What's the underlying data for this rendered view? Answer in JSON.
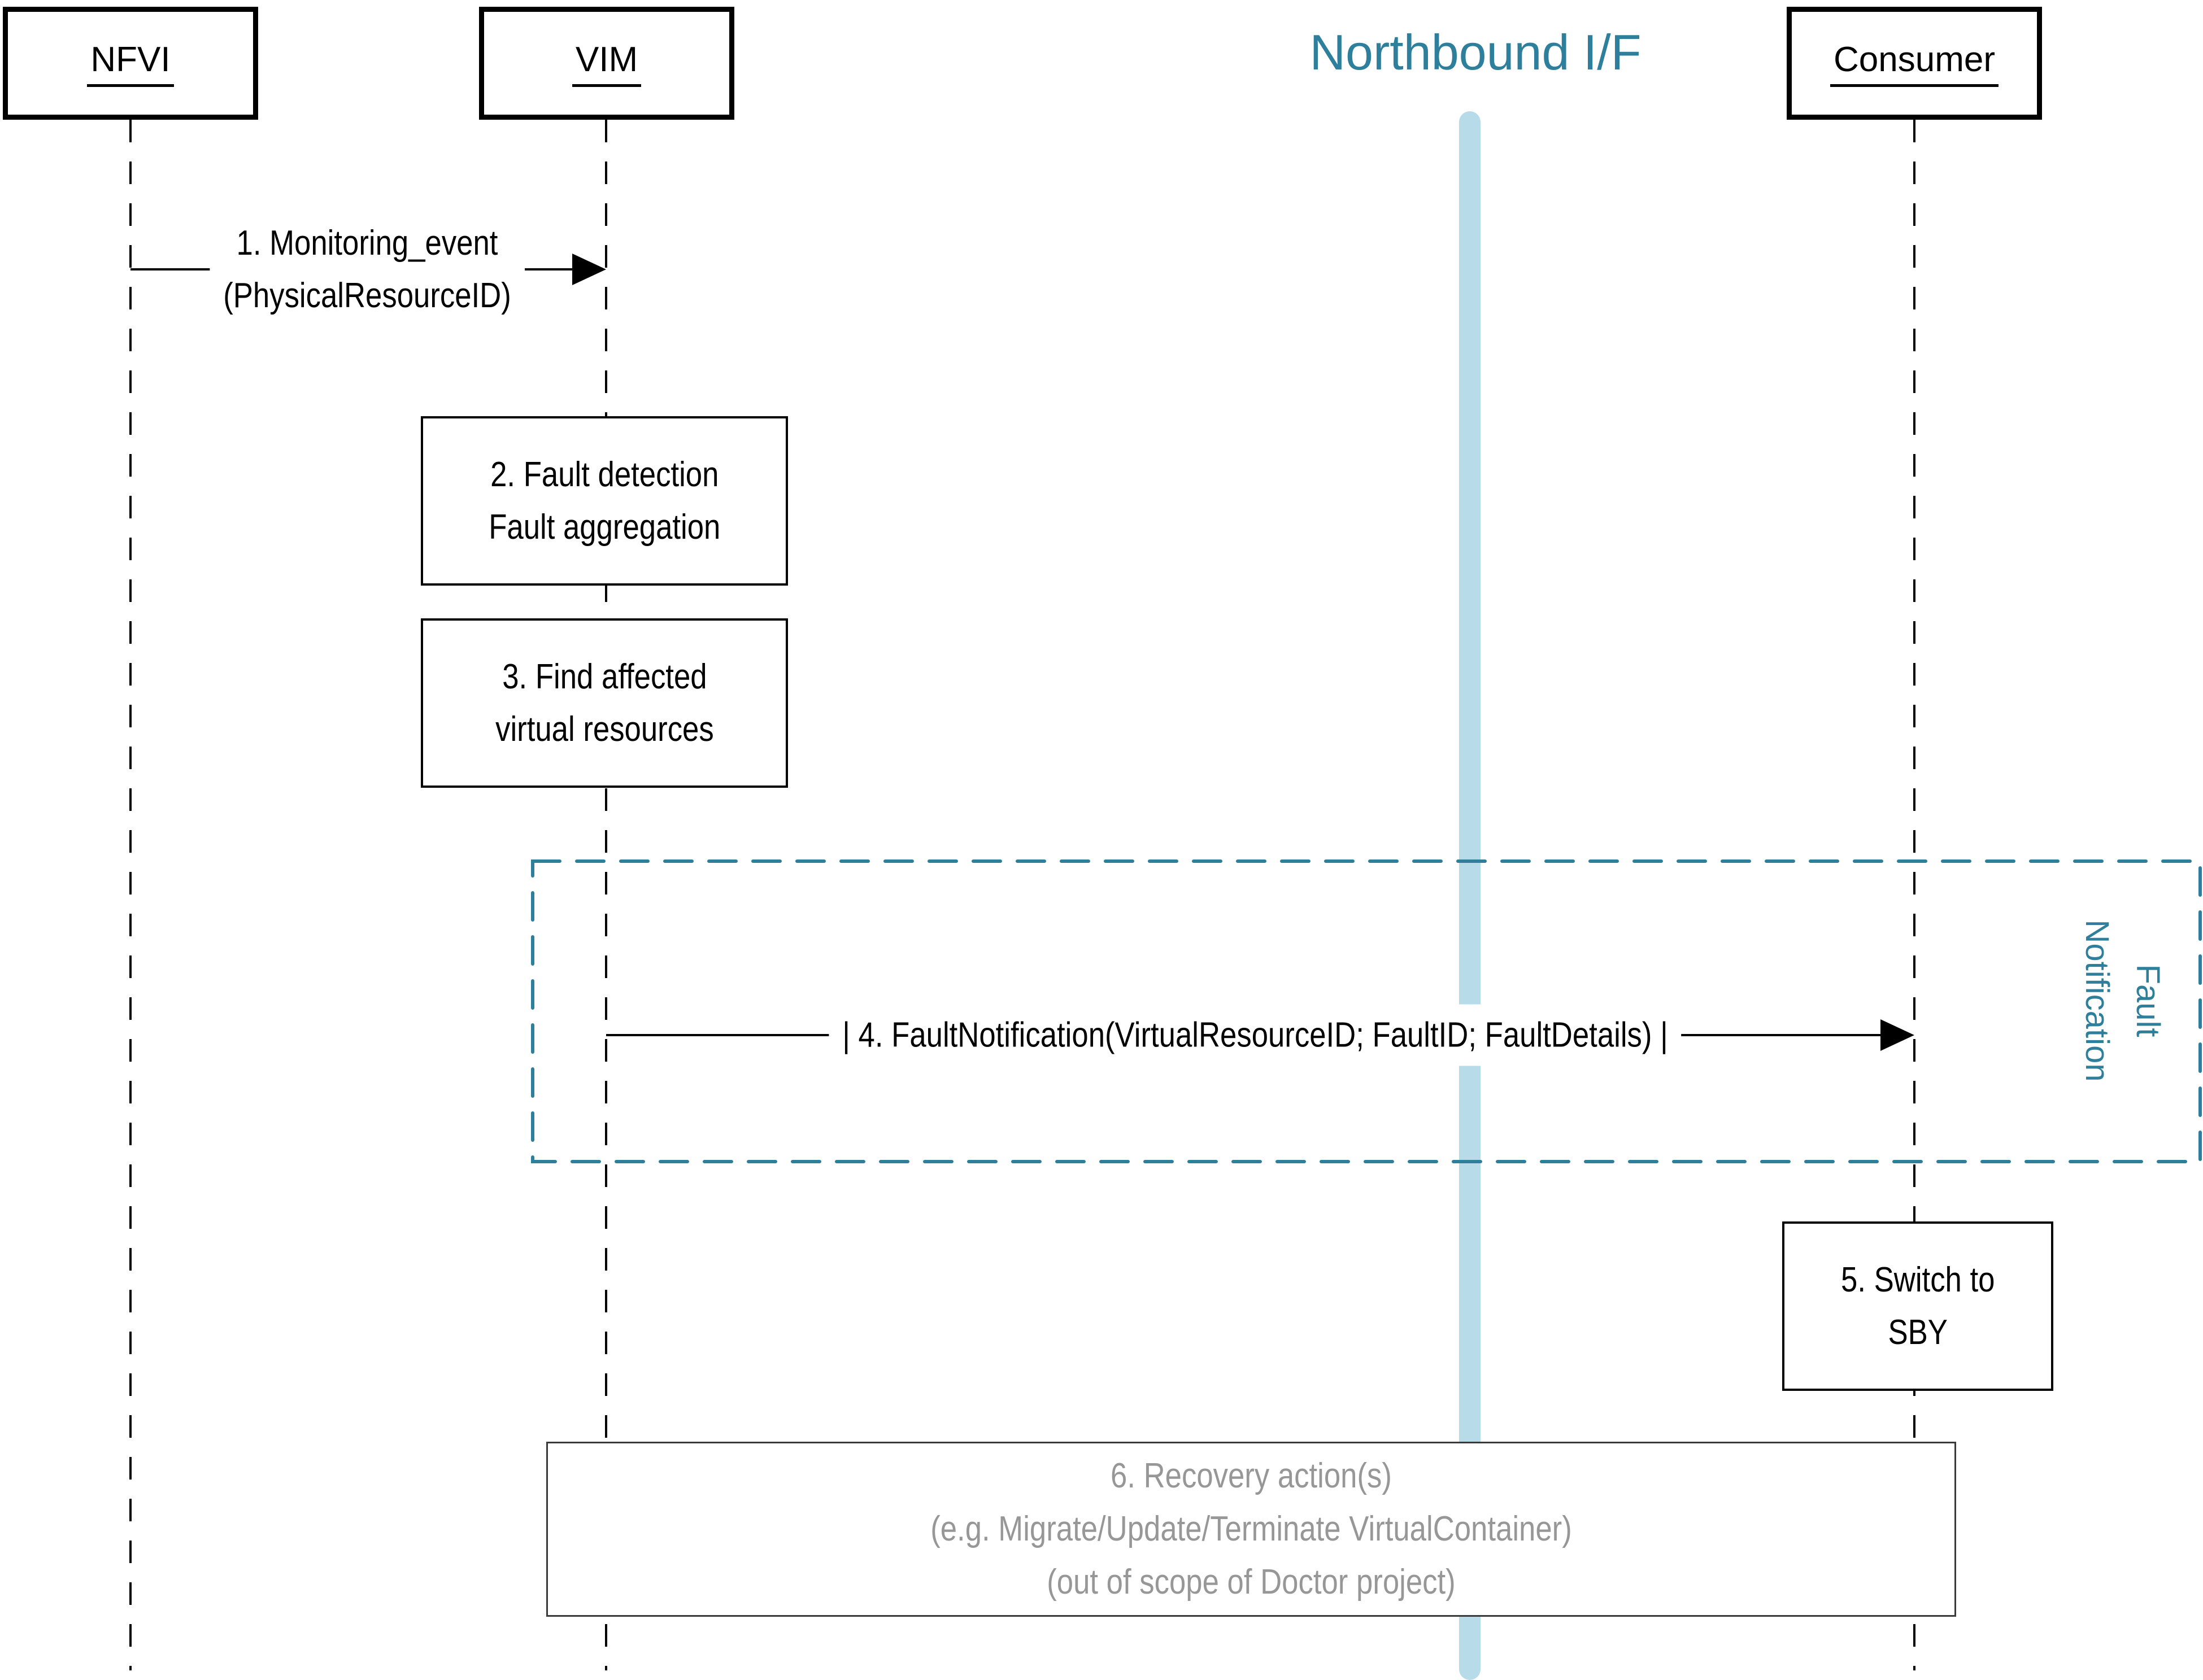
{
  "title": "Northbound I/F",
  "actors": {
    "nfvi": "NFVI",
    "vim": "VIM",
    "consumer": "Consumer"
  },
  "messages": {
    "monitoring_event": {
      "line1": "1. Monitoring_event",
      "line2": "(PhysicalResourceID)"
    },
    "fault_notification": "| 4. FaultNotification(VirtualResourceID; FaultID; FaultDetails) |"
  },
  "activities": {
    "fault_detection": {
      "line1": "2. Fault detection",
      "line2": "Fault aggregation"
    },
    "find_affected": {
      "line1": "3. Find affected",
      "line2": "virtual resources"
    },
    "switch_to_sby": {
      "line1": "5. Switch to",
      "line2": "SBY"
    },
    "recovery": {
      "line1": "6. Recovery action(s)",
      "line2": "(e.g. Migrate/Update/Terminate VirtualContainer)",
      "line3": "(out of scope of Doctor project)"
    }
  },
  "group_label": {
    "line1": "Fault",
    "line2": "Notification"
  },
  "colors": {
    "teal": "#2E7F9B",
    "band": "#B7DBE8",
    "gray_text": "#979797",
    "black": "#000000"
  }
}
